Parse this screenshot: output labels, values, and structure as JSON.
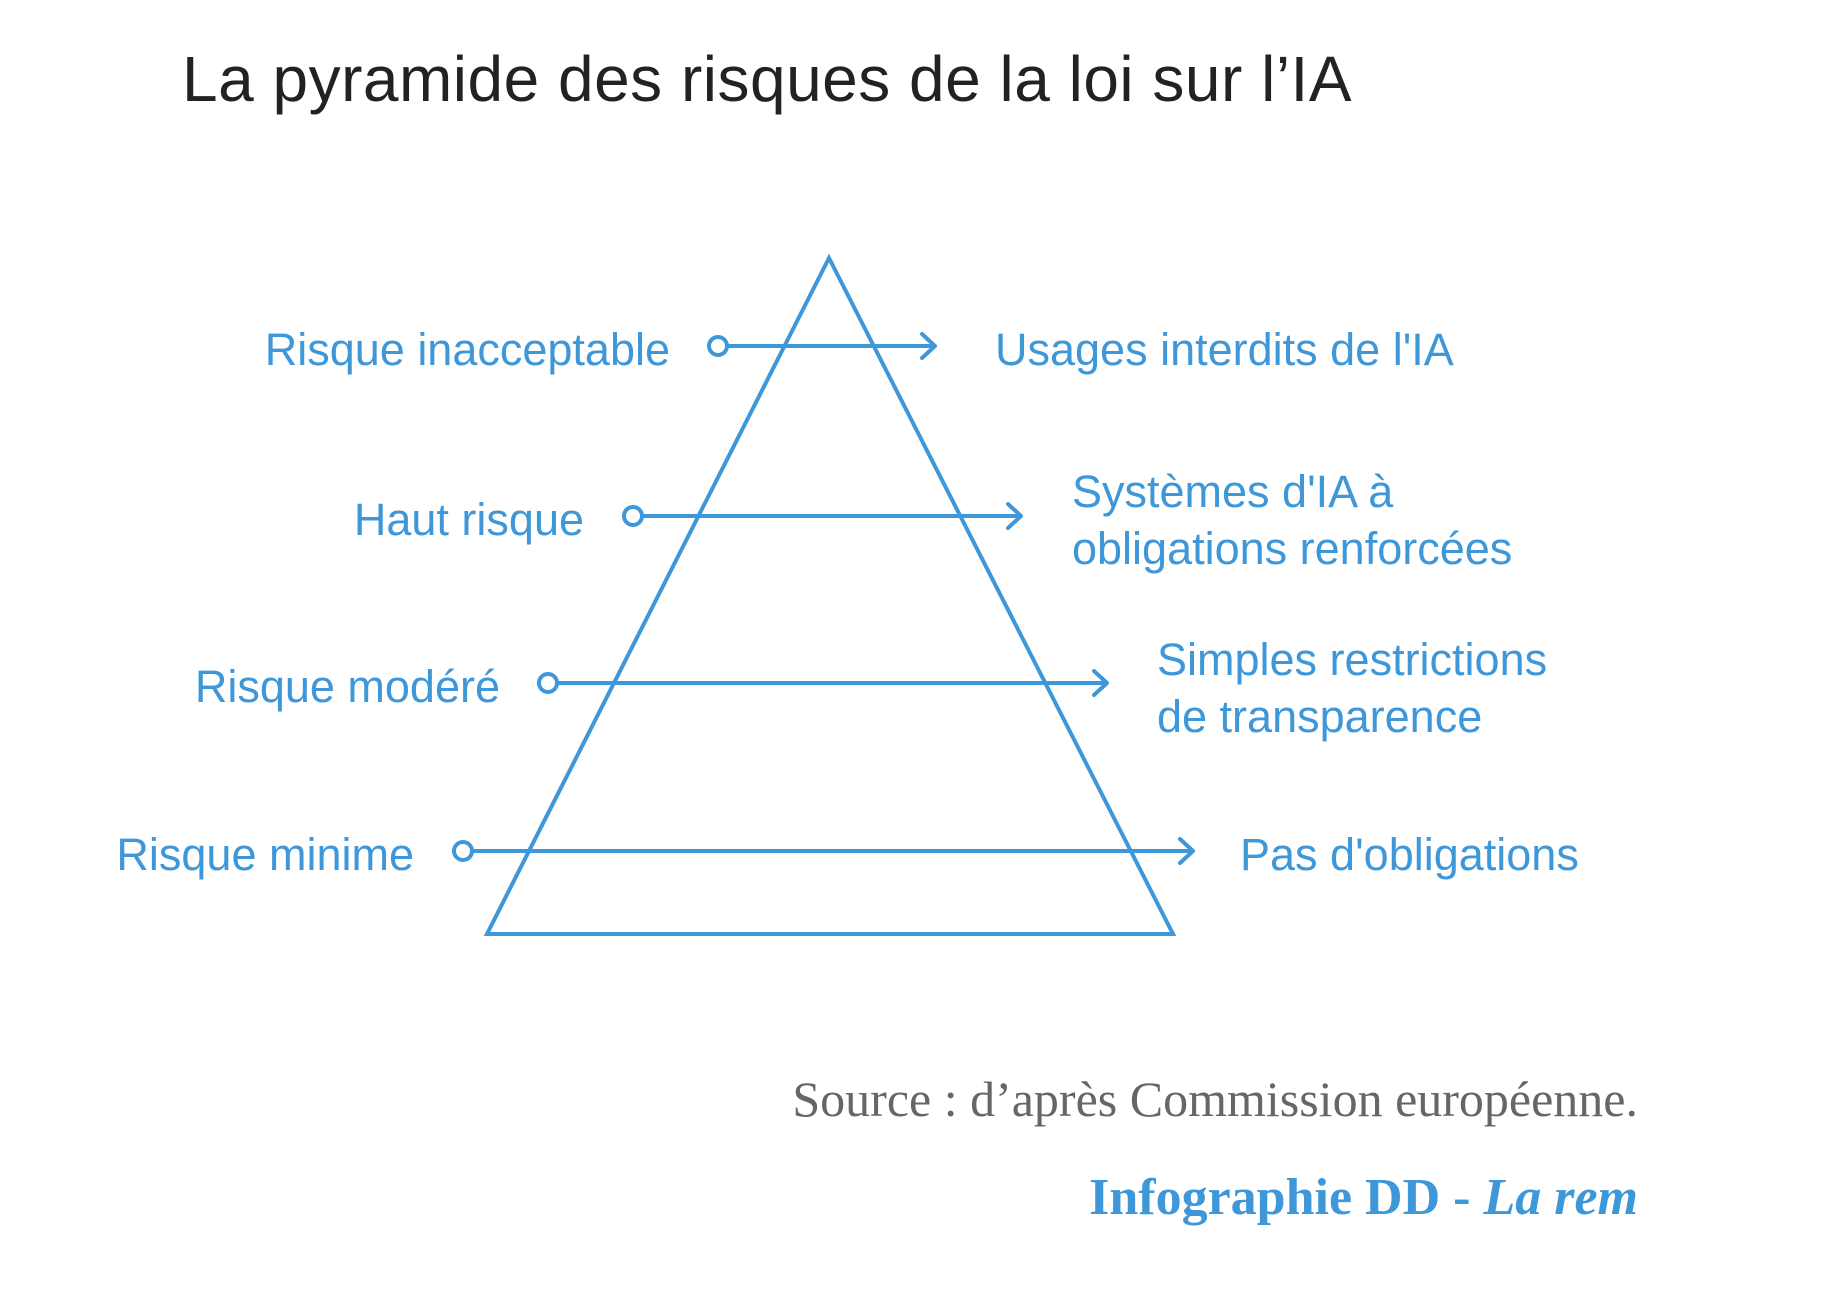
{
  "title": "La pyramide des risques de la loi sur l’IA",
  "colors": {
    "accent": "#3e97d8",
    "title": "#222222",
    "source": "#666666"
  },
  "levels": [
    {
      "risk": "Risque inacceptable",
      "consequence_lines": [
        "Usages interdits de l'IA"
      ]
    },
    {
      "risk": "Haut risque",
      "consequence_lines": [
        "Systèmes d'IA à",
        "obligations renforcées"
      ]
    },
    {
      "risk": "Risque modéré",
      "consequence_lines": [
        "Simples restrictions",
        "de transparence"
      ]
    },
    {
      "risk": "Risque minime",
      "consequence_lines": [
        "Pas d'obligations"
      ]
    }
  ],
  "footer": {
    "source": "Source : d’après Commission européenne.",
    "credit_main": "Infographie DD - ",
    "credit_italic": "La rem"
  }
}
